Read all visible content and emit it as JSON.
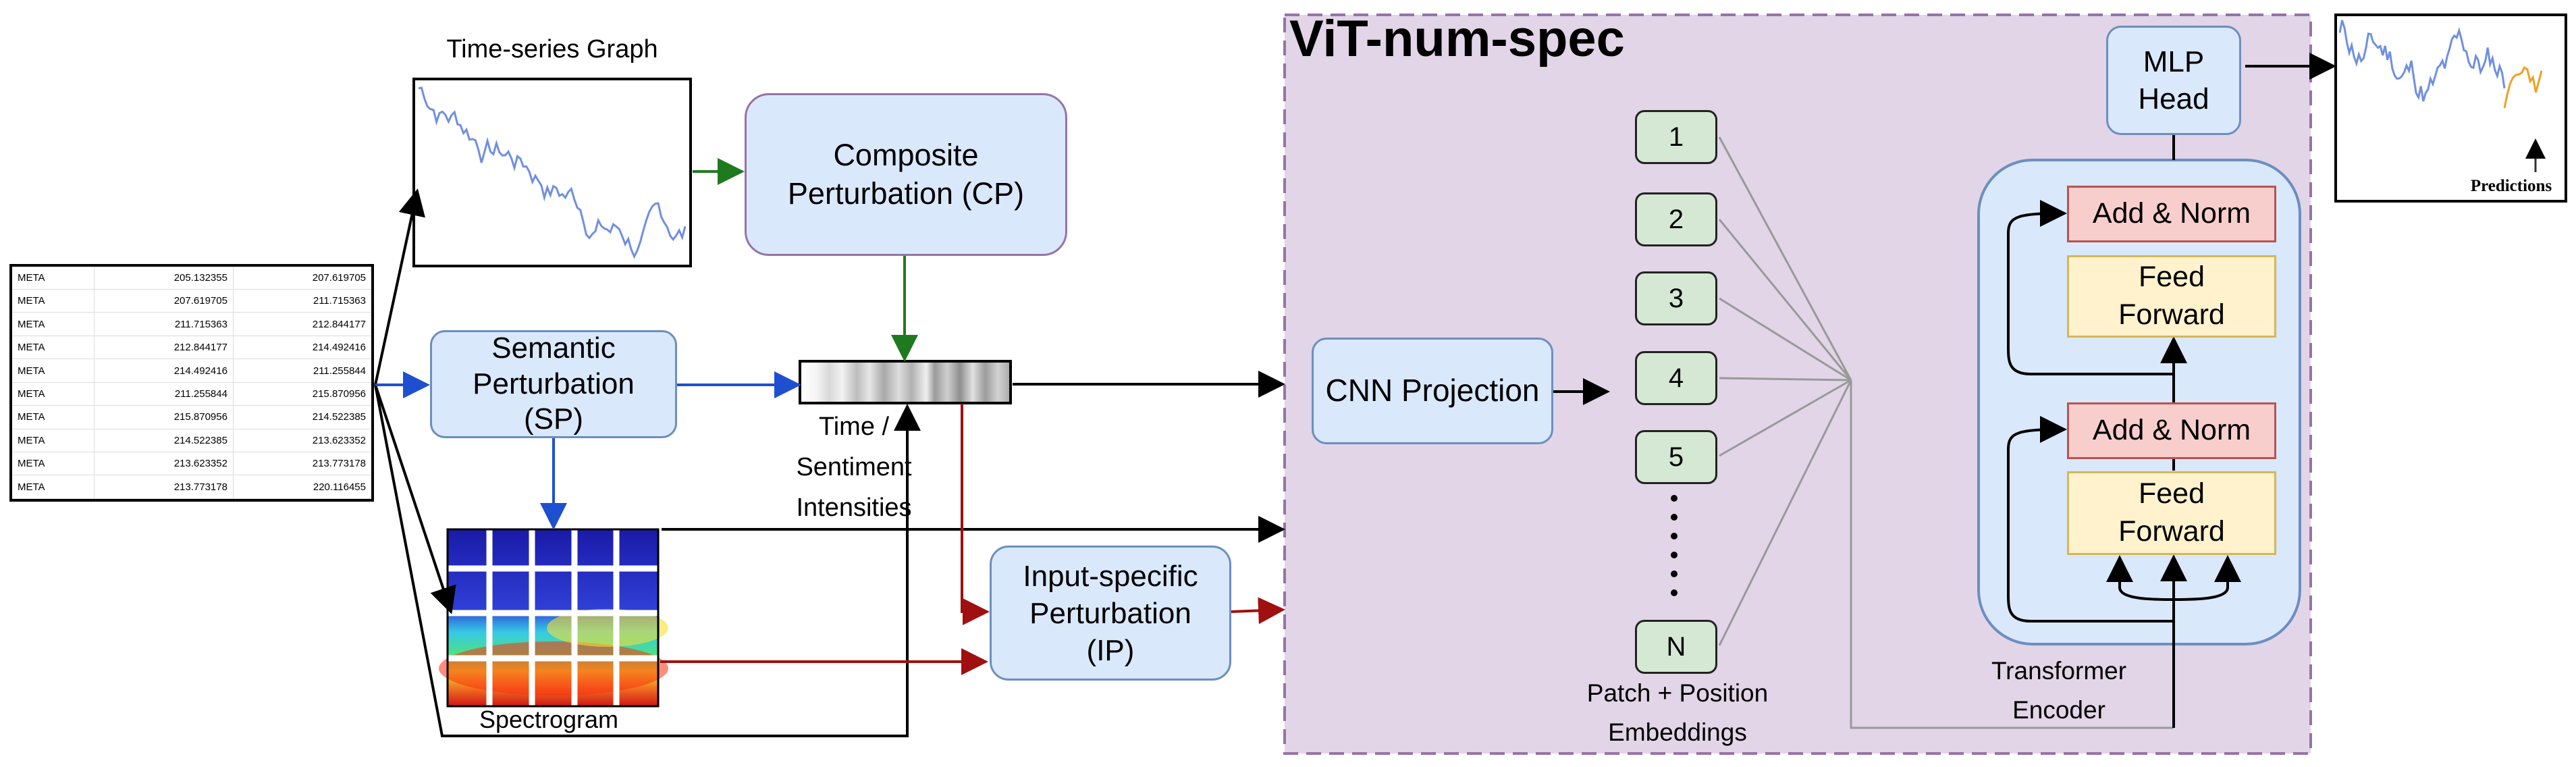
{
  "title": "ViT-num-spec",
  "labels": {
    "time_series_graph": "Time-series Graph",
    "time_sentiment": [
      "Time /",
      "Sentiment",
      "Intensities"
    ],
    "spectrogram": "Spectrogram",
    "patch_position": [
      "Patch + Position",
      "Embeddings"
    ],
    "transformer_encoder": [
      "Transformer",
      "Encoder"
    ],
    "predictions": "Predictions"
  },
  "boxes": {
    "composite": [
      "Composite",
      "Perturbation (CP)"
    ],
    "semantic": [
      "Semantic",
      "Perturbation",
      "(SP)"
    ],
    "input_specific": [
      "Input-specific",
      "Perturbation",
      "(IP)"
    ],
    "cnn_projection": "CNN Projection",
    "mlp_head": [
      "MLP",
      "Head"
    ],
    "add_norm_top": "Add & Norm",
    "feed_forward_top": [
      "Feed",
      "Forward"
    ],
    "add_norm_bottom": "Add & Norm",
    "feed_forward_bottom": [
      "Feed",
      "Forward"
    ]
  },
  "patches": [
    "1",
    "2",
    "3",
    "4",
    "5",
    "N"
  ],
  "table": [
    [
      "META",
      "205.132355",
      "207.619705"
    ],
    [
      "META",
      "207.619705",
      "211.715363"
    ],
    [
      "META",
      "211.715363",
      "212.844177"
    ],
    [
      "META",
      "212.844177",
      "214.492416"
    ],
    [
      "META",
      "214.492416",
      "211.255844"
    ],
    [
      "META",
      "211.255844",
      "215.870956"
    ],
    [
      "META",
      "215.870956",
      "214.522385"
    ],
    [
      "META",
      "214.522385",
      "213.623352"
    ],
    [
      "META",
      "213.623352",
      "213.773178"
    ],
    [
      "META",
      "213.773178",
      "220.116455"
    ]
  ],
  "colors": {
    "blue_fill": "#dae8fc",
    "blue_stroke": "#6c8ebf",
    "vit_fill": "#e1d5e7",
    "vit_stroke": "#9673a6",
    "green_arrow": "#1f7a1f",
    "blue_arrow": "#1f4fd1",
    "red_arrow": "#a01010",
    "prediction_line": "#f0a020"
  }
}
